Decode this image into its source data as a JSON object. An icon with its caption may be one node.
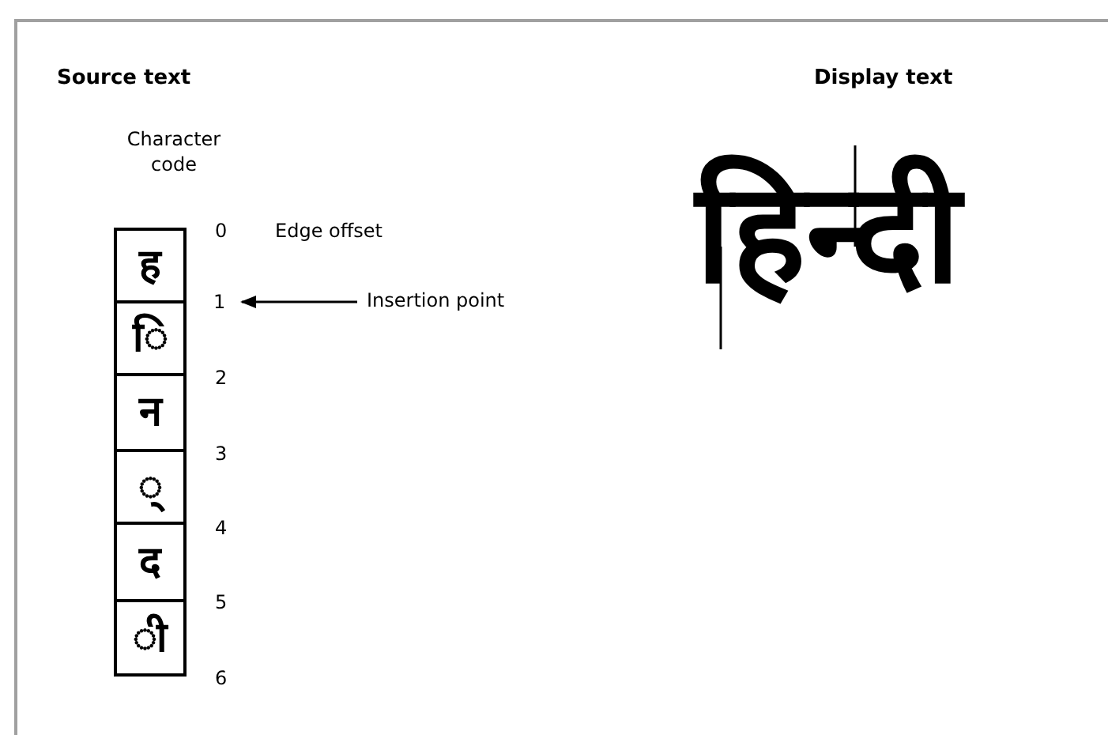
{
  "diagram": {
    "nodes": [
      {
        "text": [
          "ह"
        ]
      },
      {
        "text": [
          "ि"
        ]
      },
      {
        "text": [
          "न"
        ]
      },
      {
        "text": [
          "्"
        ]
      },
      {
        "text": [
          "द"
        ]
      },
      {
        "text": [
          "ी"
        ]
      },
      {
        "text": [
          "1"
        ]
      },
      {
        "text": [
          "Insertion point"
        ]
      }
    ],
    "edges": [
      {
        "from": 7,
        "to": 6,
        "arrow": "to"
      }
    ],
    "labels": [
      "Source text",
      "Display text",
      "Character code",
      "हिन्दी",
      "0",
      "Edge offset",
      "2",
      "3",
      "4",
      "5",
      "6"
    ]
  }
}
